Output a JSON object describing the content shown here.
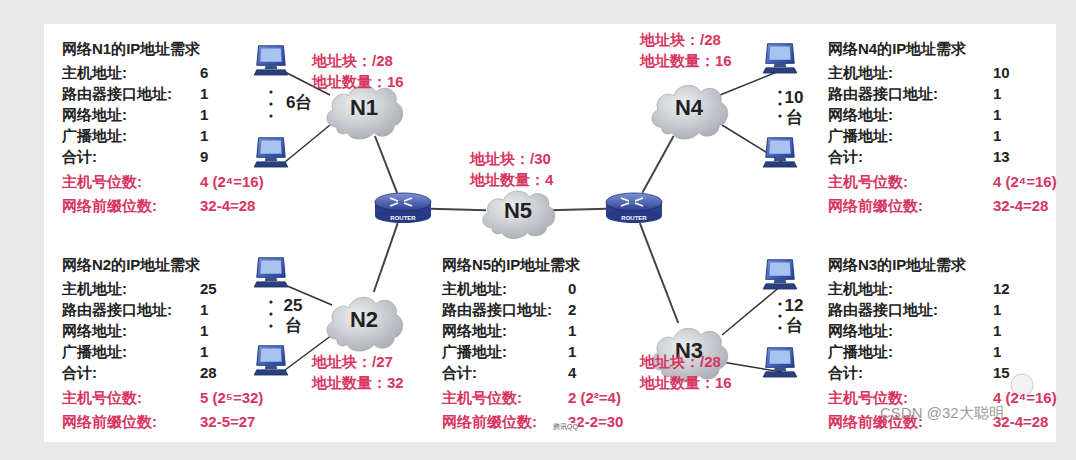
{
  "diagram": {
    "nodes": [
      {
        "text": [
          "N1"
        ]
      },
      {
        "text": [
          "N4"
        ]
      },
      {
        "text": [
          "ROUTER"
        ]
      },
      {
        "text": [
          "N5"
        ]
      },
      {
        "text": [
          "ROUTER"
        ]
      },
      {
        "text": [
          "N2"
        ]
      },
      {
        "text": [
          "N3"
        ]
      }
    ],
    "edges": [
      {
        "from": 0,
        "to": 2,
        "arrow": "none"
      },
      {
        "from": 5,
        "to": 2,
        "arrow": "none"
      },
      {
        "from": 2,
        "to": 3,
        "arrow": "none"
      },
      {
        "from": 3,
        "to": 4,
        "arrow": "none"
      },
      {
        "from": 4,
        "to": 1,
        "arrow": "none"
      },
      {
        "from": 4,
        "to": 6,
        "arrow": "none"
      }
    ],
    "labels": [
      "网络N1的IP地址需求",
      "主机地址:",
      "6",
      "路由器接口地址:",
      "1",
      "网络地址:",
      "1",
      "广播地址:",
      "1",
      "合计:",
      "9",
      "主机号位数:",
      "4 (2⁴=16)",
      "网络前缀位数:",
      "32-4=28",
      "网络N4的IP地址需求",
      "主机地址:",
      "10",
      "路由器接口地址:",
      "1",
      "网络地址:",
      "1",
      "广播地址:",
      "1",
      "合计:",
      "13",
      "主机号位数:",
      "4 (2⁴=16)",
      "网络前缀位数:",
      "32-4=28",
      "网络N2的IP地址需求",
      "主机地址:",
      "25",
      "路由器接口地址:",
      "1",
      "网络地址:",
      "1",
      "广播地址:",
      "1",
      "合计:",
      "28",
      "主机号位数:",
      "5 (2⁵=32)",
      "网络前缀位数:",
      "32-5=27",
      "网络N5的IP地址需求",
      "主机地址:",
      "0",
      "路由器接口地址:",
      "2",
      "网络地址:",
      "1",
      "广播地址:",
      "1",
      "合计:",
      "4",
      "主机号位数:",
      "2 (2²=4)",
      "网络前缀位数:",
      "32-2=30",
      "网络N3的IP地址需求",
      "主机地址:",
      "12",
      "路由器接口地址:",
      "1",
      "网络地址:",
      "1",
      "广播地址:",
      "1",
      "合计:",
      "15",
      "主机号位数:",
      "4 (2⁴=16)",
      "网络前缀位数:",
      "32-4=28",
      "地址块：/28",
      "地址数量：16",
      "地址块：/28",
      "地址数量：16",
      "地址块：/30",
      "地址数量：4",
      "地址块：/27",
      "地址数量：32",
      "地址块：/28",
      "地址数量：16",
      "6台",
      "10 台",
      "25 台",
      "12 台",
      "CSDN @32大聪明",
      "腾讯QQ"
    ]
  }
}
